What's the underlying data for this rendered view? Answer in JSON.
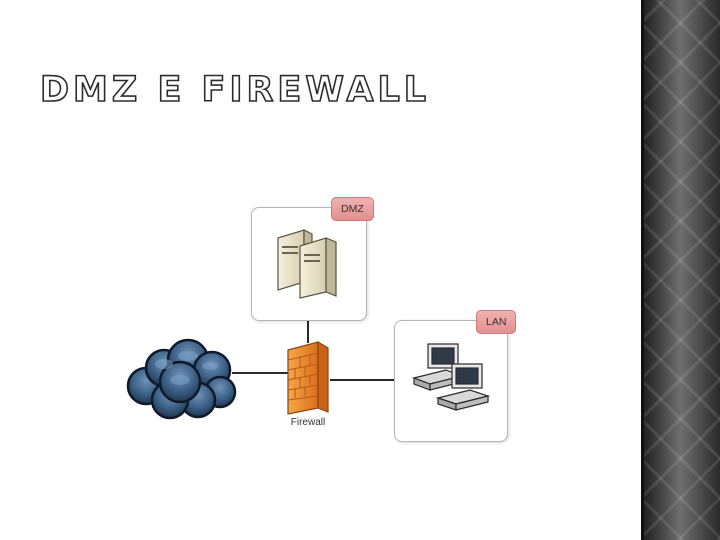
{
  "slide": {
    "title": "DMZ e Firewall"
  },
  "diagram": {
    "zones": {
      "dmz_label": "DMZ",
      "lan_label": "LAN"
    },
    "firewall_label": "Firewall",
    "icons": {
      "internet": "cloud-icon",
      "dmz_servers": "servers-icon",
      "firewall": "firewall-icon",
      "lan_clients": "computers-icon"
    }
  },
  "colors": {
    "zone_label_fill": "#e8a3a3",
    "firewall_orange": "#f0892a",
    "cloud_blue": "#3b5f85",
    "side_panel": "#3a3a3a"
  }
}
